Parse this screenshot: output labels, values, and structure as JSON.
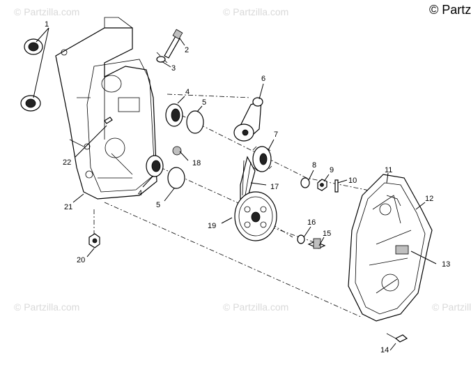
{
  "copyright": "© Partzilla.com",
  "watermark": "© Partzilla.com",
  "callouts": {
    "c1": "1",
    "c2": "2",
    "c3": "3",
    "c4a": "4",
    "c4b": "4",
    "c5a": "5",
    "c5b": "5",
    "c6": "6",
    "c7": "7",
    "c8": "8",
    "c9": "9",
    "c10": "10",
    "c11": "11",
    "c12": "12",
    "c13": "13",
    "c14": "14",
    "c15": "15",
    "c16": "16",
    "c17": "17",
    "c18": "18",
    "c19": "19",
    "c20": "20",
    "c21": "21",
    "c22": "22"
  }
}
